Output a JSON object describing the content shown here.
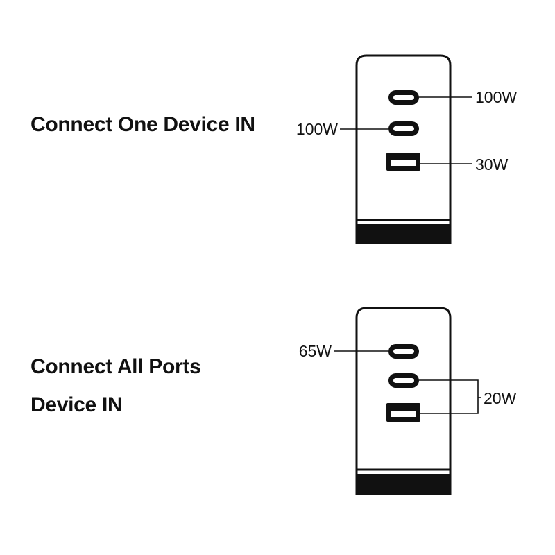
{
  "sections": [
    {
      "heading_lines": [
        "Connect One Device IN"
      ],
      "labels": {
        "port_1": "100W",
        "port_2": "100W",
        "port_3": "30W"
      }
    },
    {
      "heading_lines": [
        "Connect All Ports",
        "Device IN"
      ],
      "labels": {
        "port_1": "65W",
        "ports_2_3": "20W"
      }
    }
  ],
  "colors": {
    "ink": "#111111",
    "background": "#ffffff"
  }
}
